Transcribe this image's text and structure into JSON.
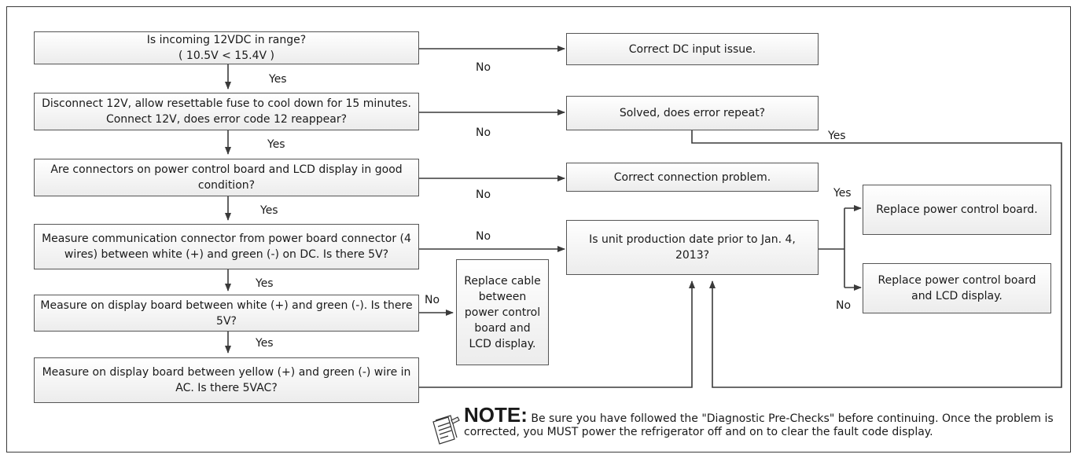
{
  "boxes": {
    "b1": "Is incoming 12VDC in range?\n( 10.5V < 15.4V )",
    "b2": "Disconnect 12V, allow resettable fuse to cool down for 15 minutes. Connect 12V, does error code 12 reappear?",
    "b3": "Are connectors on power control board and LCD display in good condition?",
    "b4": "Measure communication connector from power board connector (4 wires) between white (+) and green (-) on DC. Is there 5V?",
    "b5": "Measure on display board between white (+) and green (-). Is there 5V?",
    "b6": "Measure on display board between yellow (+) and green (-) wire in AC. Is there 5VAC?",
    "r1": "Correct DC input issue.",
    "r2": "Solved, does error repeat?",
    "r3": "Correct connection problem.",
    "r4": "Is unit production date prior to Jan. 4, 2013?",
    "cable": "Replace cable between power control board and LCD display.",
    "rep1": "Replace power control board.",
    "rep2": "Replace power control board and LCD display."
  },
  "labels": {
    "no1": "No",
    "yes1": "Yes",
    "no2": "No",
    "yes2": "Yes",
    "yes_loop": "Yes",
    "no3": "No",
    "yes3": "Yes",
    "no4": "No",
    "yes4": "Yes",
    "no5": "No",
    "yes5": "Yes",
    "yes_r4": "Yes",
    "no_r4": "No"
  },
  "note": {
    "title": "NOTE:",
    "text": " Be sure you have followed the \"Diagnostic Pre-Checks\" before continuing. Once the problem is corrected, you MUST power the refrigerator off and on to clear the fault code display."
  },
  "icons": {
    "note": "notepad-pencil-icon"
  },
  "colors": {
    "line": "#3a3a3a",
    "box_border": "#555555",
    "box_fill_top": "#ffffff",
    "box_fill_bottom": "#ececec"
  }
}
